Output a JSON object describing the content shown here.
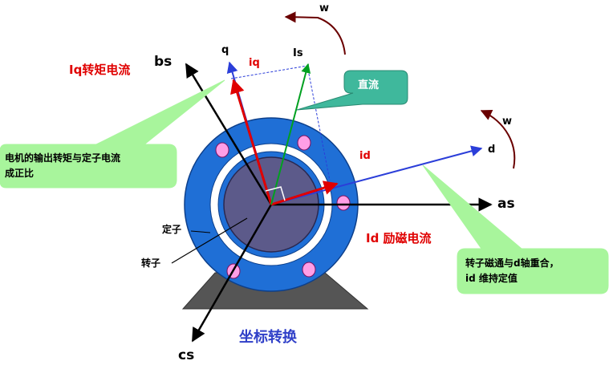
{
  "diagram": {
    "axes": {
      "as": "as",
      "bs": "bs",
      "cs": "cs"
    },
    "vectors": {
      "q": "q",
      "d": "d",
      "iq": "iq",
      "id": "id",
      "is": "Is"
    },
    "rotation": {
      "w_top": "w",
      "w_right": "w"
    },
    "headings": {
      "iq_torque_current": "Iq转矩电流",
      "id_excitation_current": "Id 励磁电流",
      "title": "坐标转换"
    },
    "parts": {
      "stator": "定子",
      "rotor": "转子"
    },
    "callouts": {
      "dc": "直流",
      "torque_line1": "电机的输出转矩与定子电流",
      "torque_line2": "成正比",
      "flux_line1": "转子磁通与d轴重合，",
      "flux_line2": "id 维持定值"
    },
    "colors": {
      "ring": "#1f6fd6",
      "rotor": "#5c5a8a",
      "callout_green": "#a8f59c",
      "callout_teal": "#3fb89c",
      "blue_axis": "#2b3ed9",
      "red_vector": "#e00000",
      "green_vector": "#00a020",
      "base": "#555555",
      "hole": "#ff9ee6",
      "title_blue": "#3040c8"
    }
  }
}
